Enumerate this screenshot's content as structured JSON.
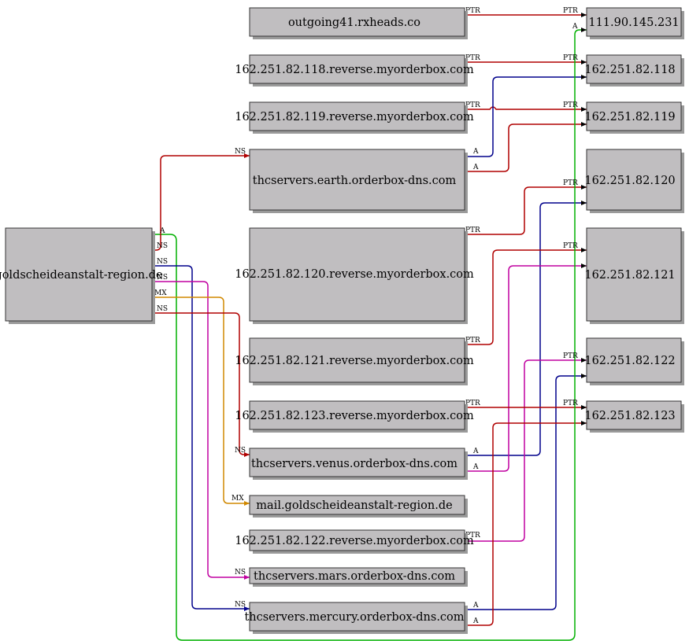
{
  "colors": {
    "ns": "#b00000",
    "a_blue": "#00008b",
    "ptr": "#b00000",
    "a_green": "#00b000",
    "mx": "#d08800",
    "ns_magenta": "#c000a0",
    "node_fill": "#c0bec0",
    "node_border": "#333333"
  },
  "nodes": {
    "goldscheideanstalt": "goldscheideanstalt-region.de",
    "outgoing41": "outgoing41.rxheads.co",
    "rev118": "162.251.82.118.reverse.myorderbox.com",
    "rev119": "162.251.82.119.reverse.myorderbox.com",
    "earth": "thcservers.earth.orderbox-dns.com",
    "rev120": "162.251.82.120.reverse.myorderbox.com",
    "rev121": "162.251.82.121.reverse.myorderbox.com",
    "rev123": "162.251.82.123.reverse.myorderbox.com",
    "venus": "thcservers.venus.orderbox-dns.com",
    "mail": "mail.goldscheideanstalt-region.de",
    "rev122": "162.251.82.122.reverse.myorderbox.com",
    "mars": "thcservers.mars.orderbox-dns.com",
    "mercury": "thcservers.mercury.orderbox-dns.com",
    "ip231": "111.90.145.231",
    "ip118": "162.251.82.118",
    "ip119": "162.251.82.119",
    "ip120": "162.251.82.120",
    "ip121": "162.251.82.121",
    "ip122": "162.251.82.122",
    "ip123": "162.251.82.123"
  },
  "edge_labels": {
    "ns": "NS",
    "a": "A",
    "ptr": "PTR",
    "mx": "MX"
  }
}
